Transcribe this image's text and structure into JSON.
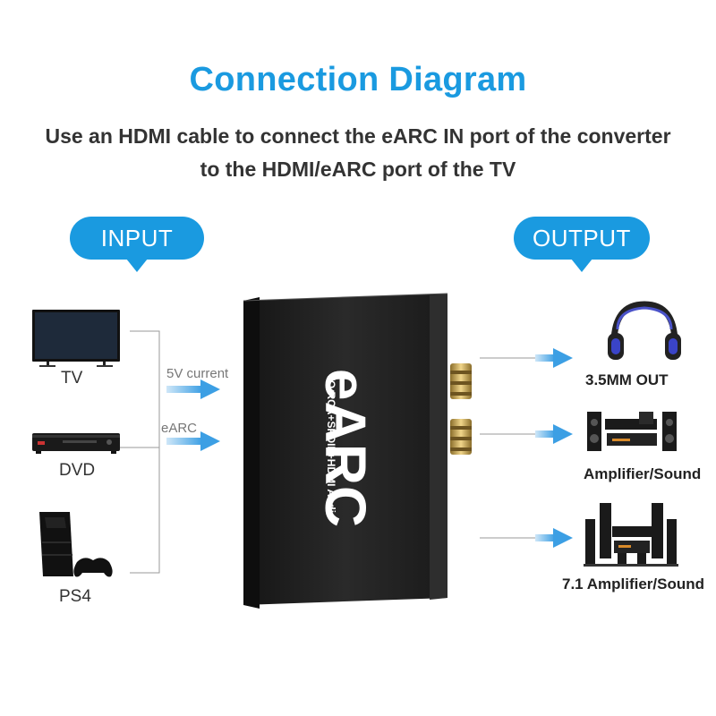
{
  "header": {
    "title": "Connection Diagram",
    "subtitle": "Use an HDMI cable to connect the eARC IN port of the converter to the HDMI/eARC port of the TV"
  },
  "input": {
    "label": "INPUT",
    "devices": [
      {
        "label": "TV",
        "icon": "tv-icon"
      },
      {
        "label": "DVD",
        "icon": "dvd-player-icon"
      },
      {
        "label": "PS4",
        "icon": "ps4-console-icon"
      }
    ],
    "connections": [
      "5V current",
      "eARC"
    ]
  },
  "device": {
    "brand": "eARC",
    "caption": "TO RCA+SPDIF+HDMI Audio"
  },
  "output": {
    "label": "OUTPUT",
    "devices": [
      {
        "label": "3.5MM OUT",
        "icon": "headphones-icon"
      },
      {
        "label": "Amplifier/Sound",
        "icon": "speaker-system-icon"
      },
      {
        "label": "7.1 Amplifier/Sound",
        "icon": "surround-speaker-icon"
      }
    ]
  },
  "colors": {
    "accent": "#1a9ae0",
    "arrow": "#4aa8e8",
    "device_body": "#1c1c1c"
  }
}
